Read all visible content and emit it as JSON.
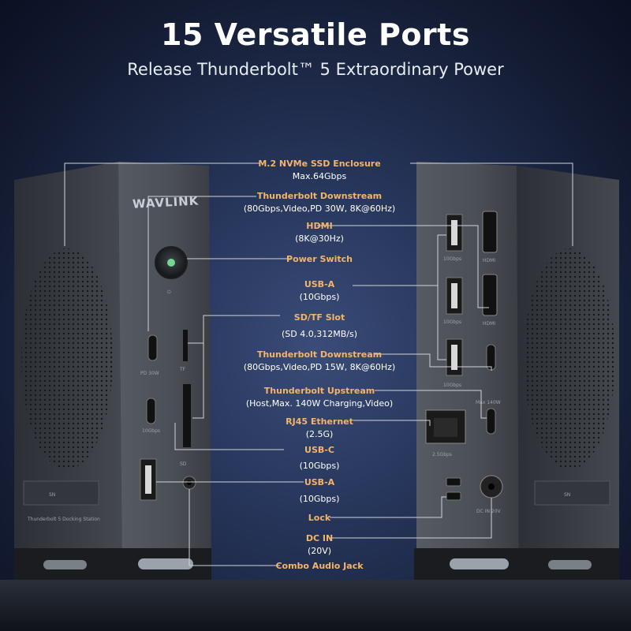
{
  "header": {
    "title": "15 Versatile Ports",
    "subtitle": "Release Thunderbolt™ 5 Extraordinary Power"
  },
  "brand": "WAVLINK",
  "callouts": [
    {
      "heading": "M.2 NVMe SSD Enclosure",
      "detail": "Max.64Gbps"
    },
    {
      "heading": "Thunderbolt Downstream",
      "detail": "(80Gbps,Video,PD 30W,  8K@60Hz)"
    },
    {
      "heading": "HDMI",
      "detail": "(8K@30Hz)"
    },
    {
      "heading": "Power Switch",
      "detail": ""
    },
    {
      "heading": "USB-A",
      "detail": "(10Gbps)"
    },
    {
      "heading": "SD/TF Slot",
      "detail": "(SD 4.0,312MB/s)"
    },
    {
      "heading": "Thunderbolt Downstream",
      "detail": "(80Gbps,Video,PD 15W,  8K@60Hz)"
    },
    {
      "heading": "Thunderbolt Upstream",
      "detail": "(Host,Max. 140W Charging,Video)"
    },
    {
      "heading": "RJ45 Ethernet",
      "detail": "(2.5G)"
    },
    {
      "heading": "USB-C",
      "detail": "(10Gbps)"
    },
    {
      "heading": "USB-A",
      "detail": "(10Gbps)"
    },
    {
      "heading": "Lock",
      "detail": ""
    },
    {
      "heading": "DC IN",
      "detail": "(20V)"
    },
    {
      "heading": "Combo Audio Jack",
      "detail": ""
    }
  ],
  "port_labels": {
    "front_pd30": "PD 30W",
    "front_tf": "TF",
    "front_usbc": "10Gbps",
    "front_sd": "SD",
    "rear_usba": "10Gbps",
    "rear_hdmi": "HDMI",
    "rear_max140": "Max 140W",
    "rear_25gbps": "2.5Gbps",
    "rear_dc": "DC IN 20V",
    "sn": "SN",
    "product": "Thunderbolt 5 Docking Station"
  },
  "colors": {
    "accent": "#f4b46a",
    "body": "#3c4047",
    "panel": "#4a4f57"
  }
}
